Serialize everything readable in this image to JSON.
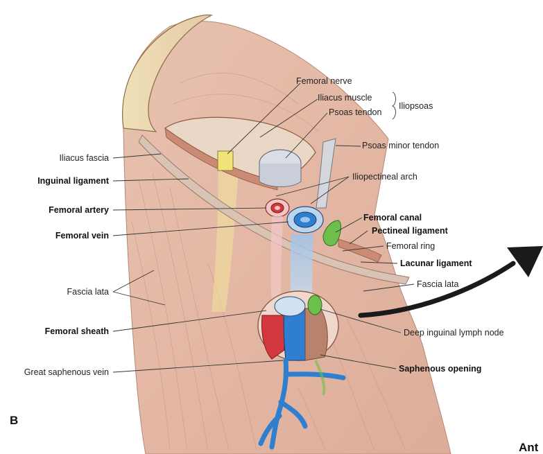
{
  "panel_letter": "B",
  "corner_text": "Ant",
  "labels": {
    "femoral_nerve": "Femoral nerve",
    "iliacus_muscle": "Iliacus muscle",
    "psoas_tendon": "Psoas tendon",
    "iliopsoas": "Iliopsoas",
    "psoas_minor_tendon": "Psoas minor tendon",
    "iliacus_fascia": "Iliacus fascia",
    "inguinal_ligament": "Inguinal ligament",
    "iliopectineal_arch": "Iliopectineal arch",
    "femoral_artery": "Femoral artery",
    "femoral_canal": "Femoral canal",
    "femoral_vein": "Femoral vein",
    "pectineal_ligament": "Pectineal ligament",
    "femoral_ring": "Femoral ring",
    "lacunar_ligament": "Lacunar ligament",
    "fascia_lata_left": "Fascia lata",
    "fascia_lata_right": "Fascia lata",
    "femoral_sheath": "Femoral sheath",
    "deep_inguinal_lymph_node": "Deep inguinal lymph node",
    "great_saphenous_vein": "Great saphenous vein",
    "saphenous_opening": "Saphenous opening"
  },
  "colors": {
    "muscle": "#c98b73",
    "fascia": "#e8c7b8",
    "artery": "#d2383d",
    "vein": "#2f7fd0",
    "nerve": "#f1e27a",
    "lymph": "#6cbf4a",
    "bone": "#f2e6c4"
  }
}
